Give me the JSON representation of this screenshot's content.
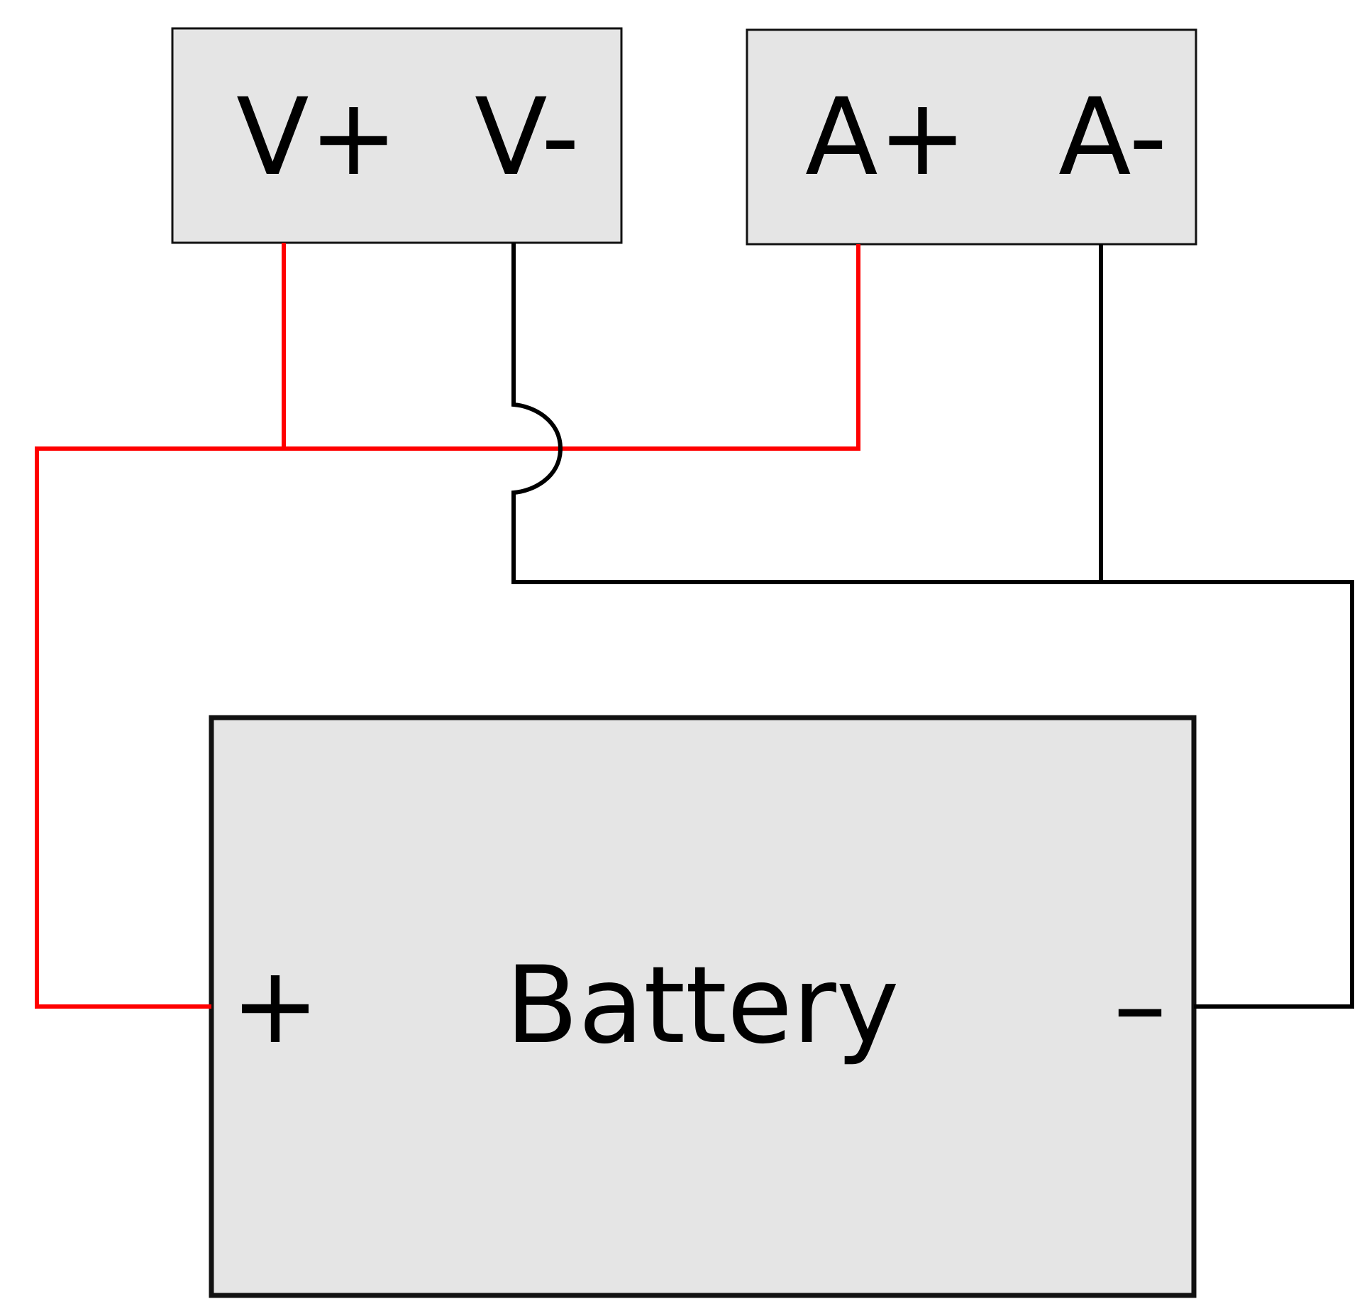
{
  "voltmeter": {
    "positive_label": "V+",
    "negative_label": "V-"
  },
  "ammeter": {
    "positive_label": "A+",
    "negative_label": "A-"
  },
  "battery": {
    "label": "Battery",
    "positive_label": "+",
    "negative_label": "–"
  },
  "colors": {
    "positive_wire": "#ff0000",
    "negative_wire": "#000000",
    "box_fill": "#e5e5e5"
  }
}
